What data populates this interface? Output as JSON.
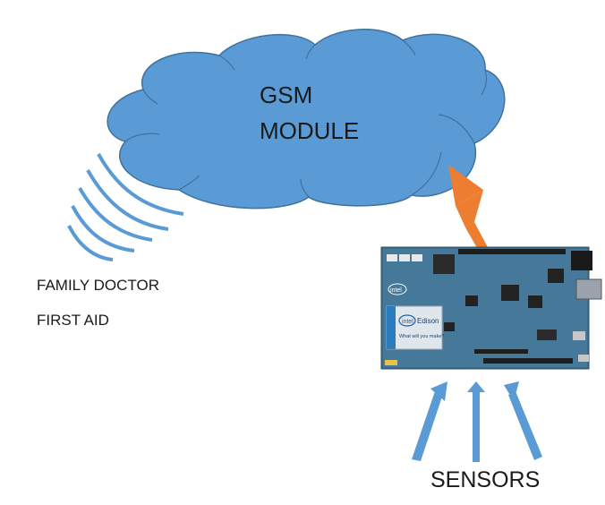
{
  "cloud": {
    "line1": "GSM",
    "line2": "MODULE"
  },
  "receivers": {
    "line1": "FAMILY DOCTOR",
    "line2": "FIRST AID"
  },
  "sensors_label": "SENSORS",
  "board": {
    "chip_label": "intel Edison",
    "tagline": "What will you make?",
    "logo": "intel"
  },
  "colors": {
    "cloud_fill": "#5b9bd5",
    "cloud_stroke": "#41719c",
    "signal_arcs": "#5b9bd5",
    "upload_arrow": "#ed7d31",
    "sensor_arrows": "#5b9bd5",
    "board_pcb": "#3e6d8c"
  },
  "icons": {
    "signal": "wireless-signal-icon",
    "board": "intel-edison-board-image"
  }
}
